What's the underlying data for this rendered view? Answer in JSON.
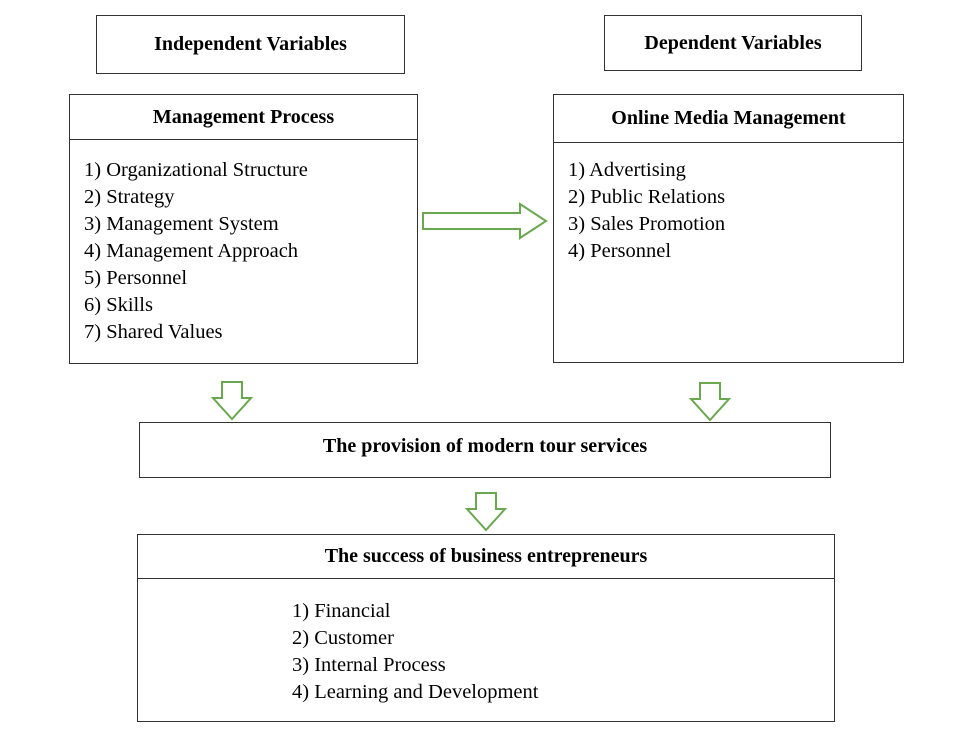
{
  "independent_label": "Independent Variables",
  "dependent_label": "Dependent Variables",
  "management_process": {
    "title": "Management Process",
    "items": [
      "1) Organizational Structure",
      "2) Strategy",
      "3) Management System",
      "4) Management Approach",
      "5) Personnel",
      "6) Skills",
      "7) Shared Values"
    ]
  },
  "online_media": {
    "title": "Online Media Management",
    "items": [
      "1) Advertising",
      "2) Public Relations",
      "3) Sales Promotion",
      "4) Personnel"
    ]
  },
  "provision": "The provision of modern tour services",
  "success": {
    "title": "The success of business entrepreneurs",
    "items": [
      "1) Financial",
      "2) Customer",
      "3) Internal Process",
      "4) Learning and Development"
    ]
  },
  "colors": {
    "arrow": "#6aa84f",
    "border": "#333333"
  }
}
